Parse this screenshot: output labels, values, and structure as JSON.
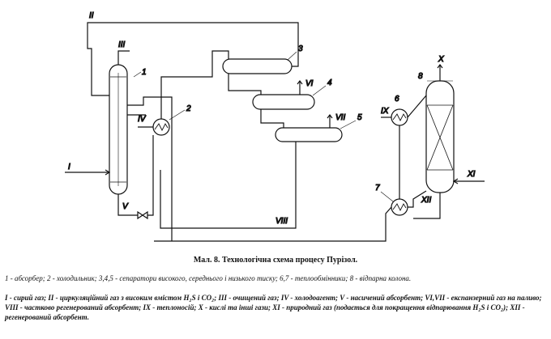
{
  "figure": {
    "caption": "Мал. 8. Технологічна схема процесу Пурізол.",
    "legend_equipment": "1 - абсорбер; 2 - холодильник; 3,4,5 - сепаратори високого, середнього і низького тиску; 6,7 - теплообмінники; 8 - відпарна колона.",
    "legend_streams": "I - сирий газ; II - циркуляційний газ з високим вмістом H₂S і CO₂; III - очищений газ; IV - холодоагент; V - насичений абсорбент; VI,VII - експанзерний газ на паливо; VIII - частково регенерований абсорбент; IX - теплоносій; X - кислі та інші гази; XI - природний газ (подається для покращення відпарювання H₂S і CO₂); XII - регенерований абсорбент."
  },
  "equipment_labels": {
    "absorber": "1",
    "cooler": "2",
    "separator_high": "3",
    "separator_medium": "4",
    "separator_low": "5",
    "heat_exchanger_top": "6",
    "heat_exchanger_bottom": "7",
    "stripping_column": "8"
  },
  "stream_labels": {
    "s1": "I",
    "s2": "II",
    "s3": "III",
    "s4": "IV",
    "s5": "V",
    "s6": "VI",
    "s7": "VII",
    "s8": "VIII",
    "s9": "IX",
    "s10": "X",
    "s11": "XI",
    "s12": "XII"
  }
}
